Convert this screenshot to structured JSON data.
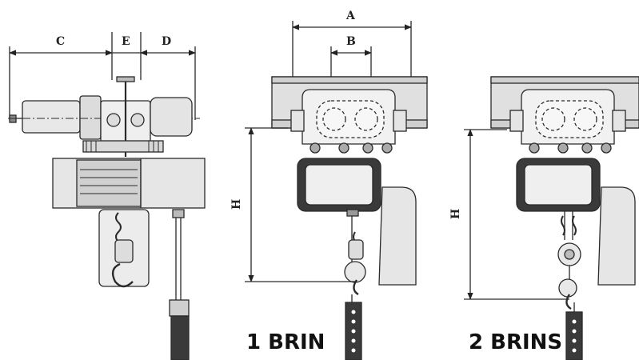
{
  "labels": {
    "a": "A",
    "b": "B",
    "c": "C",
    "d": "D",
    "e": "E",
    "h_single": "H",
    "h_double": "H"
  },
  "captions": {
    "single_fall": "1 BRIN",
    "double_fall": "2 BRINS"
  },
  "colors": {
    "line": "#2a2a2a",
    "fill_light": "#e6e6e6",
    "fill_mid": "#cfcfcf",
    "fill_dark": "#3a3a3a"
  }
}
